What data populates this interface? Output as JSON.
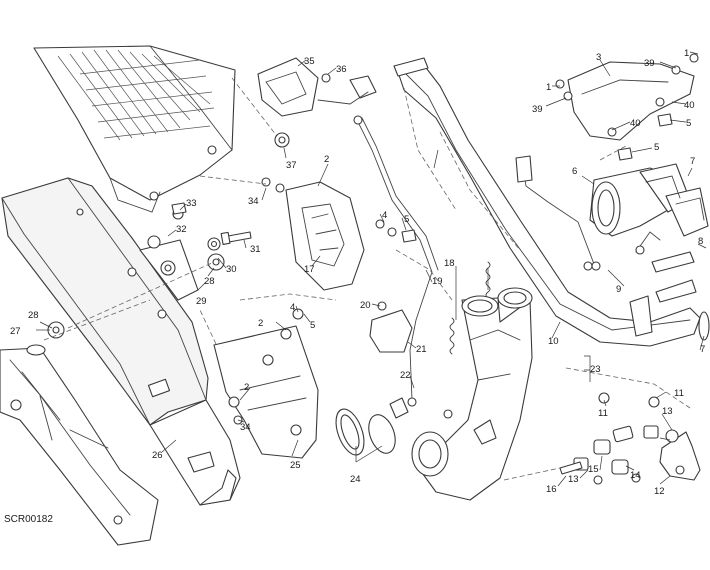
{
  "diagram": {
    "code": "SCR00182",
    "callouts": [
      {
        "id": "c1a",
        "text": "1"
      },
      {
        "id": "c1b",
        "text": "1"
      },
      {
        "id": "c2a",
        "text": "2"
      },
      {
        "id": "c2b",
        "text": "2"
      },
      {
        "id": "c2c",
        "text": "2"
      },
      {
        "id": "c3",
        "text": "3"
      },
      {
        "id": "c4a",
        "text": "4"
      },
      {
        "id": "c4b",
        "text": "4"
      },
      {
        "id": "c5a",
        "text": "5"
      },
      {
        "id": "c5b",
        "text": "5"
      },
      {
        "id": "c5c",
        "text": "5"
      },
      {
        "id": "c5d",
        "text": "5"
      },
      {
        "id": "c6",
        "text": "6"
      },
      {
        "id": "c7a",
        "text": "7"
      },
      {
        "id": "c7b",
        "text": "7"
      },
      {
        "id": "c8",
        "text": "8"
      },
      {
        "id": "c9",
        "text": "9"
      },
      {
        "id": "c10",
        "text": "10"
      },
      {
        "id": "c11a",
        "text": "11"
      },
      {
        "id": "c11b",
        "text": "11"
      },
      {
        "id": "c12",
        "text": "12"
      },
      {
        "id": "c13a",
        "text": "13"
      },
      {
        "id": "c13b",
        "text": "13"
      },
      {
        "id": "c14",
        "text": "14"
      },
      {
        "id": "c15",
        "text": "15"
      },
      {
        "id": "c16",
        "text": "16"
      },
      {
        "id": "c17",
        "text": "17"
      },
      {
        "id": "c18",
        "text": "18"
      },
      {
        "id": "c19",
        "text": "19"
      },
      {
        "id": "c20",
        "text": "20"
      },
      {
        "id": "c21",
        "text": "21"
      },
      {
        "id": "c22",
        "text": "22"
      },
      {
        "id": "c23",
        "text": "23"
      },
      {
        "id": "c24",
        "text": "24"
      },
      {
        "id": "c25",
        "text": "25"
      },
      {
        "id": "c26",
        "text": "26"
      },
      {
        "id": "c27",
        "text": "27"
      },
      {
        "id": "c28",
        "text": "28"
      },
      {
        "id": "c28b",
        "text": "28"
      },
      {
        "id": "c29",
        "text": "29"
      },
      {
        "id": "c30",
        "text": "30"
      },
      {
        "id": "c31",
        "text": "31"
      },
      {
        "id": "c32",
        "text": "32"
      },
      {
        "id": "c33",
        "text": "33"
      },
      {
        "id": "c34a",
        "text": "34"
      },
      {
        "id": "c34b",
        "text": "34"
      },
      {
        "id": "c35",
        "text": "35"
      },
      {
        "id": "c36",
        "text": "36"
      },
      {
        "id": "c37",
        "text": "37"
      },
      {
        "id": "c39a",
        "text": "39"
      },
      {
        "id": "c39b",
        "text": "39"
      },
      {
        "id": "c40a",
        "text": "40"
      },
      {
        "id": "c40b",
        "text": "40"
      }
    ]
  }
}
